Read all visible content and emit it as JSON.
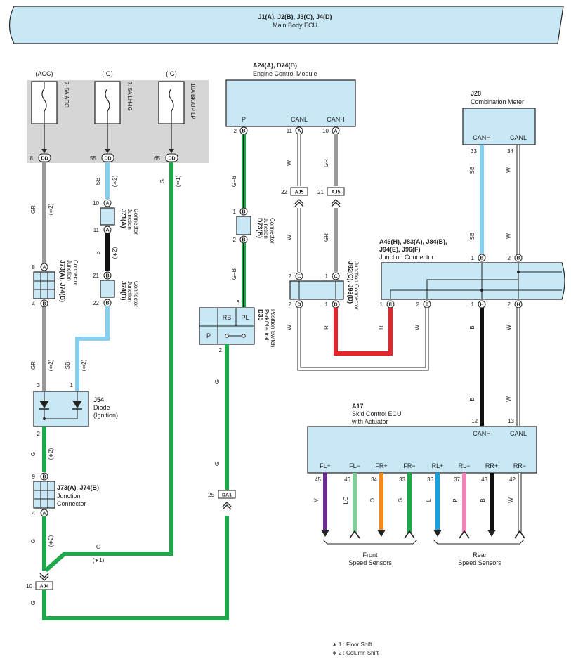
{
  "ecu_main": {
    "ref": "J1(A), J2(B), J3(C), J4(D)",
    "name": "Main Body ECU"
  },
  "fuses": [
    {
      "source": "(ACC)",
      "label": "7. 5A ACC",
      "pin": "8",
      "conn": "DD"
    },
    {
      "source": "(IG)",
      "label": "7. 5A LH-IG",
      "pin": "55",
      "conn": "DD"
    },
    {
      "source": "(IG)",
      "label": "10A BK/UP LP",
      "pin": "65",
      "conn": "DD"
    }
  ],
  "ecm": {
    "ref": "A24(A), D74(B)",
    "name": "Engine Control Module",
    "terms": [
      "P",
      "CANL",
      "CANH"
    ],
    "pins": [
      "2",
      "11",
      "10"
    ],
    "conns": [
      "B",
      "A",
      "A"
    ]
  },
  "meter": {
    "ref": "J28",
    "name": "Combination Meter",
    "terms": [
      "CANH",
      "CANL"
    ],
    "pins": [
      "33",
      "34"
    ]
  },
  "jconn_main": {
    "ref": "A46(H), J83(A), J84(B),",
    "ref2": "J94(E), J96(F)",
    "name": "Junction Connector",
    "top_pins": [
      "1",
      "2"
    ],
    "top_conns": [
      "B",
      "B"
    ],
    "bot_pins": [
      "1",
      "2",
      "1",
      "2"
    ],
    "bot_conns": [
      "E",
      "E",
      "H",
      "H"
    ]
  },
  "j92": {
    "ref": "J92(C), J93(D)",
    "name": "Junction Connector",
    "top_pins": [
      "2",
      "1"
    ],
    "top_conns": [
      "C",
      "C"
    ],
    "bot_pins": [
      "2",
      "1"
    ],
    "bot_conns": [
      "D",
      "D"
    ]
  },
  "skid": {
    "ref": "A17",
    "name": "Skid Control ECU",
    "name2": "with Actuator",
    "top_terms": [
      "CANH",
      "CANL"
    ],
    "top_pins": [
      "12",
      "13"
    ],
    "sensors": [
      {
        "term": "FL+",
        "pin": "45",
        "color": "V"
      },
      {
        "term": "FL−",
        "pin": "46",
        "color": "LG"
      },
      {
        "term": "FR+",
        "pin": "34",
        "color": "O"
      },
      {
        "term": "FR−",
        "pin": "33",
        "color": "G"
      },
      {
        "term": "RL+",
        "pin": "36",
        "color": "L"
      },
      {
        "term": "RL−",
        "pin": "37",
        "color": "P"
      },
      {
        "term": "RR+",
        "pin": "43",
        "color": "B"
      },
      {
        "term": "RR−",
        "pin": "42",
        "color": "W"
      }
    ],
    "groups": [
      {
        "line1": "Front",
        "line2": "Speed Sensors"
      },
      {
        "line1": "Rear",
        "line2": "Speed Sensors"
      }
    ]
  },
  "park_switch": {
    "ref": "D35",
    "name": "Park/Neutral",
    "name2": "Position Switch",
    "terms": [
      "RB",
      "PL",
      "P"
    ],
    "pin_top": "6",
    "pin_bot": "2"
  },
  "d73": {
    "ref": "D73(B)",
    "name": "Junction",
    "name2": "Connector",
    "pins": [
      "1",
      "2"
    ],
    "conn": "B"
  },
  "j71": {
    "ref": "J71(A)",
    "name": "Junction",
    "name2": "Connector",
    "pins": [
      "10",
      "11"
    ],
    "conn": "A"
  },
  "j74": {
    "ref": "J74(B)",
    "name": "Junction",
    "name2": "Connector",
    "pins": [
      "21",
      "22"
    ],
    "conn": "B"
  },
  "j73a": {
    "ref": "J73(A), J74(B)",
    "name": "Junction",
    "name2": "Connector",
    "pins": [
      "8",
      "4"
    ],
    "conns": [
      "A",
      "B"
    ]
  },
  "j73b": {
    "ref": "J73(A), J74(B)",
    "name": "Junction",
    "name2": "Connector",
    "pins": [
      "9",
      "4"
    ],
    "conns": [
      "B",
      "A"
    ]
  },
  "diode": {
    "ref": "J54",
    "name": "Diode",
    "name2": "(Ignition)",
    "pins": [
      "3",
      "1",
      "2"
    ]
  },
  "connectors": {
    "aj5a": {
      "pin": "22",
      "label": "AJ5"
    },
    "aj5b": {
      "pin": "21",
      "label": "AJ5"
    },
    "da1": {
      "pin": "25",
      "label": "DA1"
    },
    "aj4": {
      "pin": "10",
      "label": "AJ4"
    }
  },
  "wire_codes": {
    "gr": "GR",
    "sb": "SB",
    "g": "G",
    "b": "B",
    "w": "W",
    "r": "R",
    "gb": "G−B",
    "star1": "(∗1)",
    "star2": "(∗2)"
  },
  "notes": [
    "∗ 1 : Floor Shift",
    "∗ 2 : Column Shift"
  ],
  "colors": {
    "box": "#c9e8f6",
    "gray": "#999999",
    "green": "#1fa84a",
    "red": "#e3262b",
    "lightblue": "#86cfee",
    "black": "#111111",
    "violet": "#6b2c91",
    "lightgreen": "#7fcf9b",
    "orange": "#f08a1c",
    "blue": "#1aa0dc",
    "pink": "#ef86b7"
  }
}
